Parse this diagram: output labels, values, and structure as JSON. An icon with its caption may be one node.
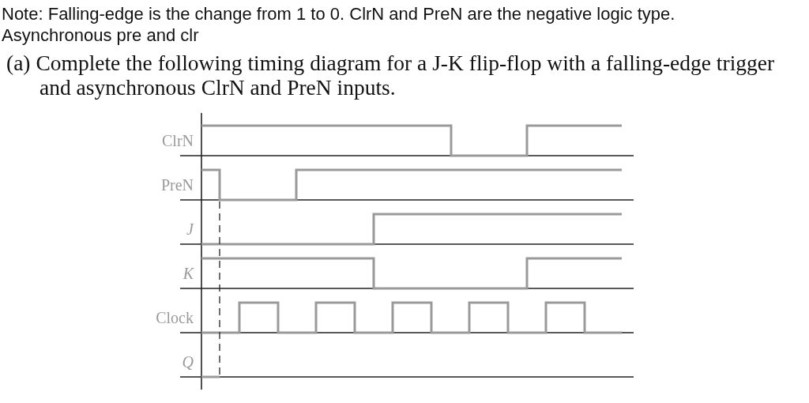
{
  "diagram": {
    "labels": [
      "Note: Falling-edge is the change from 1 to 0. ClrN and PreN are the negative logic type. Asynchronous pre and clr",
      "(a) Complete the following timing diagram for a J-K flip-flop with a falling-edge trigger and asynchronous ClrN and PreN inputs.",
      "ClrN",
      "PreN",
      "J",
      "K",
      "Clock",
      "Q"
    ]
  }
}
